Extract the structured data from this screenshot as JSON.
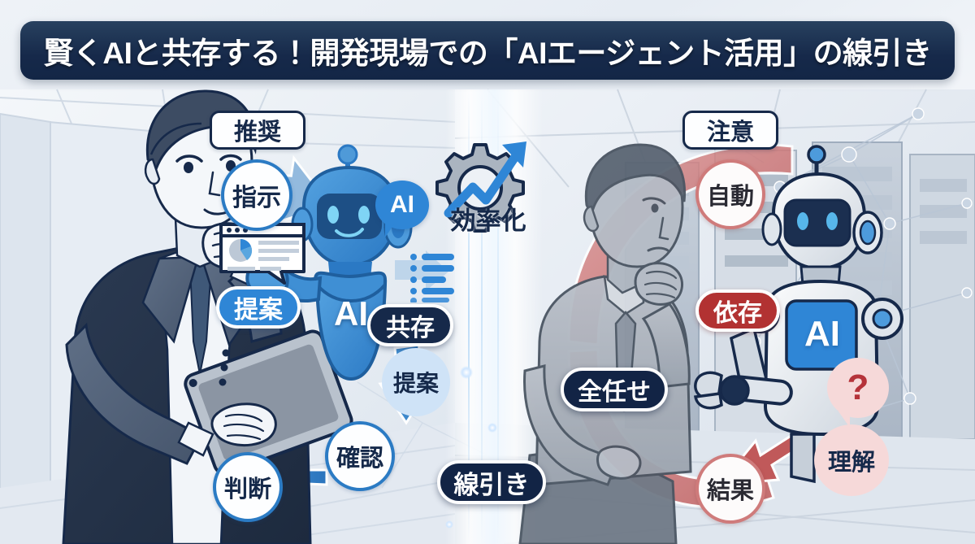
{
  "title": {
    "text": "賢くAIと共存する！開発現場での「AIエージェント活用」の線引き",
    "bar_color": "#16294a",
    "text_color": "#ffffff"
  },
  "sections": {
    "left": {
      "heading": "推奨",
      "heading_meaning": "recommended"
    },
    "right": {
      "heading": "注意",
      "heading_meaning": "caution"
    }
  },
  "center": {
    "efficiency_label": "効率化",
    "efficiency_icon": "gear-uptrend-icon",
    "boundary_label": "線引き"
  },
  "left_flow": {
    "nodes": [
      {
        "id": "shiji",
        "label": "指示",
        "shape": "circle",
        "style": "white-blue"
      },
      {
        "id": "teian1",
        "label": "提案",
        "shape": "pill",
        "style": "blue-solid"
      },
      {
        "id": "ai_chest",
        "label": "AI",
        "shape": "text",
        "style": "white-on-blue"
      },
      {
        "id": "ai_bubble",
        "label": "AI",
        "shape": "bubble",
        "style": "blue-solid"
      },
      {
        "id": "kyozon",
        "label": "共存",
        "shape": "pill",
        "style": "navy-solid"
      },
      {
        "id": "teian2",
        "label": "提案",
        "shape": "circle",
        "style": "blue-light"
      },
      {
        "id": "kakunin",
        "label": "確認",
        "shape": "circle",
        "style": "white-blue"
      },
      {
        "id": "handan",
        "label": "判断",
        "shape": "circle",
        "style": "white-blue"
      }
    ],
    "accent_color": "#2f86d6"
  },
  "right_flow": {
    "nodes": [
      {
        "id": "jidou",
        "label": "自動",
        "shape": "circle",
        "style": "white-red"
      },
      {
        "id": "izon",
        "label": "依存",
        "shape": "pill",
        "style": "red-solid"
      },
      {
        "id": "zenmakase",
        "label": "全任せ",
        "shape": "pill",
        "style": "navy-deep"
      },
      {
        "id": "ai_panel",
        "label": "AI",
        "shape": "panel",
        "style": "blue-panel"
      },
      {
        "id": "question",
        "label": "?",
        "shape": "bubble",
        "style": "pink-soft"
      },
      {
        "id": "rikai",
        "label": "理解",
        "shape": "circle",
        "style": "pink-soft"
      },
      {
        "id": "kekka",
        "label": "結果",
        "shape": "circle",
        "style": "white-red"
      }
    ],
    "accent_color": "#c45a5a"
  },
  "figures": [
    {
      "name": "businessman-with-tablet",
      "side": "left",
      "description": "suited man thinking, holding tablet"
    },
    {
      "name": "friendly-blue-robot",
      "side": "left",
      "description": "blue cartoon AI robot pointing"
    },
    {
      "name": "worried-seated-man",
      "side": "right",
      "description": "grayscale man seated, hand on chin"
    },
    {
      "name": "white-humanoid-robot",
      "side": "right",
      "description": "white/gray robot with AI chest panel and claw arm"
    }
  ],
  "palette": {
    "navy": "#16294a",
    "blue": "#2f86d6",
    "light_blue": "#cfe3f7",
    "red": "#b23232",
    "soft_red": "#cf7b7b",
    "pink": "#f6d9d9",
    "bg_light": "#eef2f7"
  }
}
